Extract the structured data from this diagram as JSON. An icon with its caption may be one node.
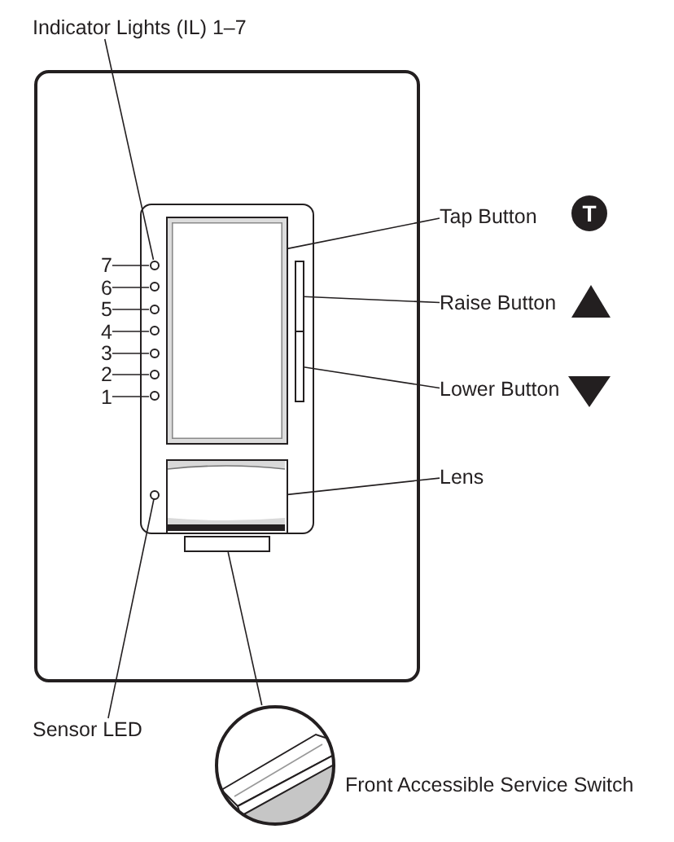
{
  "diagram": {
    "nodes": [
      {
        "text": [
          "Indicator Lights (IL) 1–7"
        ]
      },
      {
        "text": [],
        "shape": "box"
      },
      {
        "text": [],
        "shape": "box",
        "in": 1
      },
      {
        "text": [
          "7"
        ],
        "in": 1
      },
      {
        "text": [
          "6"
        ],
        "in": 1
      },
      {
        "text": [
          "5"
        ],
        "in": 1
      },
      {
        "text": [
          "4"
        ],
        "in": 1
      },
      {
        "text": [
          "3"
        ],
        "in": 1
      },
      {
        "text": [
          "2"
        ],
        "in": 1
      },
      {
        "text": [
          "1"
        ],
        "in": 1
      },
      {
        "text": [],
        "shape": "circle",
        "in": 2
      },
      {
        "text": [],
        "shape": "circle",
        "in": 2
      },
      {
        "text": [],
        "shape": "circle",
        "in": 2
      },
      {
        "text": [],
        "shape": "circle",
        "in": 2
      },
      {
        "text": [],
        "shape": "circle",
        "in": 2
      },
      {
        "text": [],
        "shape": "circle",
        "in": 2
      },
      {
        "text": [],
        "shape": "circle",
        "in": 2
      },
      {
        "text": [],
        "shape": "box",
        "in": 2
      },
      {
        "text": [],
        "shape": "bar",
        "in": 2
      },
      {
        "text": [],
        "shape": "bar",
        "in": 2
      },
      {
        "text": [],
        "shape": "box",
        "in": 2
      },
      {
        "text": [],
        "shape": "circle",
        "in": 2
      },
      {
        "text": [],
        "shape": "box",
        "in": 1
      },
      {
        "text": [
          "Tap Button"
        ],
        "beside": [
          "T"
        ]
      },
      {
        "text": [
          "Raise Button"
        ]
      },
      {
        "text": [
          "Lower Button"
        ]
      },
      {
        "text": [
          "Lens"
        ]
      },
      {
        "text": [
          "Sensor LED"
        ]
      },
      {
        "text": [],
        "shape": "picture",
        "beside": [
          "Front Accessible Service Switch"
        ]
      }
    ],
    "edges": [
      {
        "from": 0,
        "to": 10,
        "arrow": "none"
      },
      {
        "from": 3,
        "to": 10,
        "arrow": "none"
      },
      {
        "from": 4,
        "to": 11,
        "arrow": "none"
      },
      {
        "from": 5,
        "to": 12,
        "arrow": "none"
      },
      {
        "from": 6,
        "to": 13,
        "arrow": "none"
      },
      {
        "from": 7,
        "to": 14,
        "arrow": "none"
      },
      {
        "from": 8,
        "to": 15,
        "arrow": "none"
      },
      {
        "from": 9,
        "to": 16,
        "arrow": "none"
      },
      {
        "from": 23,
        "to": 17,
        "arrow": "none"
      },
      {
        "from": 24,
        "to": 18,
        "arrow": "none"
      },
      {
        "from": 25,
        "to": 19,
        "arrow": "none"
      },
      {
        "from": 26,
        "to": 20,
        "arrow": "none"
      },
      {
        "from": 27,
        "to": 21,
        "arrow": "none"
      },
      {
        "from": 22,
        "to": 28,
        "arrow": "none"
      }
    ]
  }
}
